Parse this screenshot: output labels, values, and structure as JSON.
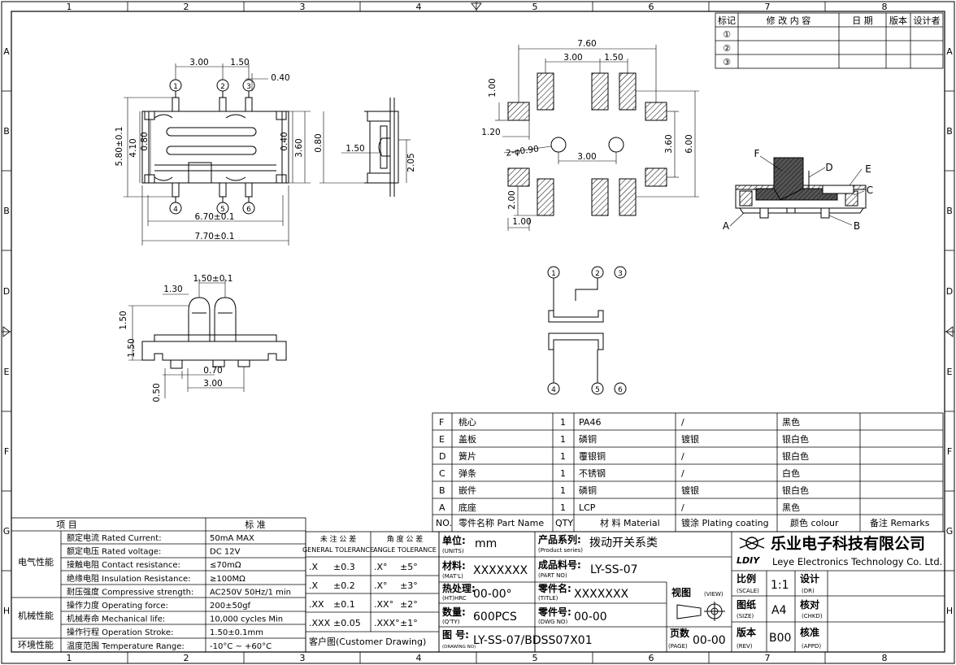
{
  "border": {
    "cols": [
      "1",
      "2",
      "3",
      "4",
      "5",
      "6",
      "7",
      "8"
    ],
    "rows": [
      "A",
      "B",
      "B",
      "D",
      "E",
      "F",
      "G",
      "H"
    ]
  },
  "revision_table": {
    "headers": [
      "标记",
      "修 改 内 容",
      "日 期",
      "版本",
      "设计者"
    ],
    "marks": [
      "①",
      "②",
      "③"
    ]
  },
  "top_view": {
    "dims": [
      "3.00",
      "1.50",
      "0.40",
      "5.80±0.1",
      "4.10",
      "0.80",
      "0.40",
      "3.60",
      "6.70±0.1",
      "7.70±0.1"
    ],
    "pins": [
      "1",
      "2",
      "3",
      "4",
      "5",
      "6"
    ]
  },
  "side_view": {
    "dims": [
      "0.80",
      "1.50",
      "2.05"
    ]
  },
  "pcb_layout": {
    "dims": [
      "7.60",
      "3.00",
      "1.50",
      "1.00",
      "1.20",
      "2-φ0.90",
      "3.00",
      "3.60",
      "6.00",
      "2.00",
      "1.00"
    ]
  },
  "front_view": {
    "dims": [
      "1.50±0.1",
      "1.30",
      "1.50",
      "1.50",
      "0.70",
      "0.50",
      "3.00"
    ]
  },
  "section_labels": [
    "F",
    "D",
    "E",
    "C",
    "A",
    "B"
  ],
  "circuit_pins": [
    "1",
    "2",
    "3",
    "4",
    "5",
    "6"
  ],
  "parts_table": {
    "rows": [
      {
        "no": "F",
        "name": "桃心",
        "qty": "1",
        "material": "PA46",
        "plating": "/",
        "colour": "黑色",
        "remarks": ""
      },
      {
        "no": "E",
        "name": "盖板",
        "qty": "1",
        "material": "磷铜",
        "plating": "镀银",
        "colour": "银白色",
        "remarks": ""
      },
      {
        "no": "D",
        "name": "簧片",
        "qty": "1",
        "material": "覆银铜",
        "plating": "/",
        "colour": "银白色",
        "remarks": ""
      },
      {
        "no": "C",
        "name": "弹条",
        "qty": "1",
        "material": "不锈钢",
        "plating": "/",
        "colour": "白色",
        "remarks": ""
      },
      {
        "no": "B",
        "name": "嵌件",
        "qty": "1",
        "material": "磷铜",
        "plating": "镀银",
        "colour": "银白色",
        "remarks": ""
      },
      {
        "no": "A",
        "name": "底座",
        "qty": "1",
        "material": "LCP",
        "plating": "/",
        "colour": "黑色",
        "remarks": ""
      }
    ],
    "header": {
      "no": "NO.",
      "name": "零件名称 Part Name",
      "qty": "QTY",
      "material": "材 料 Material",
      "plating": "镀涂 Plating coating",
      "colour": "颜色 colour",
      "remarks": "备注 Remarks"
    }
  },
  "spec_table": {
    "header": [
      "项 目",
      "标 准"
    ],
    "groups": [
      {
        "name": "电气性能",
        "rows": [
          {
            "label": "额定电流 Rated Current:",
            "value": "50mA MAX"
          },
          {
            "label": "额定电压 Rated voltage:",
            "value": "DC 12V"
          },
          {
            "label": "接触电阻 Contact resistance:",
            "value": "≤70mΩ"
          },
          {
            "label": "绝缘电阻 Insulation Resistance:",
            "value": "≥100MΩ"
          },
          {
            "label": "耐压强度 Compressive strength:",
            "value": "AC250V 50Hz/1 min"
          }
        ]
      },
      {
        "name": "机械性能",
        "rows": [
          {
            "label": "操作力度 Operating force:",
            "value": "200±50gf"
          },
          {
            "label": "机械寿命 Mechanical life:",
            "value": "10,000 cycles Min"
          },
          {
            "label": "操作行程 Operation Stroke:",
            "value": "1.50±0.1mm"
          }
        ]
      },
      {
        "name": "环境性能",
        "rows": [
          {
            "label": "温度范围 Temperature Range:",
            "value": "-10°C ~ +60°C"
          }
        ]
      }
    ]
  },
  "tolerance": {
    "general_title": "未 注 公 差",
    "general_sub": "GENERAL TOLERANCE",
    "angle_title": "角 度 公 差",
    "angle_sub": "ANGLE TOLERANCE",
    "rows": [
      {
        "g": ".X",
        "gv": "±0.3",
        "a": ".X°",
        "av": "±5°"
      },
      {
        "g": ".X",
        "gv": "±0.2",
        "a": ".X°",
        "av": "±3°"
      },
      {
        "g": ".XX",
        "gv": "±0.1",
        "a": ".XX°",
        "av": "±2°"
      },
      {
        "g": ".XXX",
        "gv": "±0.05",
        "a": ".XXX°",
        "av": "±1°"
      }
    ],
    "customer_drawing": "客户图(Customer Drawing)"
  },
  "title_block": {
    "units_label": "单位:",
    "units_sub": "(UNITS)",
    "units": "mm",
    "series_label": "产品系列:",
    "series_sub": "(Product series)",
    "series": "拨动开关系类",
    "mat_label": "材料:",
    "mat_sub": "(MAT'L)",
    "mat": "XXXXXXX",
    "partno_label": "成品料号:",
    "partno_sub": "(PART NO)",
    "partno": "LY-SS-07",
    "heat_label": "热处理:",
    "heat_sub": "(HT)HRC",
    "heat": "00-00°",
    "title_label": "零件名:",
    "title_sub": "(TITLE)",
    "title": "XXXXXXX",
    "qty_label": "数量:",
    "qty_sub": "(Q'TY)",
    "qty": "600PCS",
    "dwgno_label": "零件号:",
    "dwgno_sub": "(DWG NO)",
    "dwgno": "00-00",
    "drawno_label": "图 号:",
    "drawno_sub": "(DRAWING NO)",
    "drawno": "LY-SS-07/BDSS07X01",
    "view_label": "视图",
    "view_sub": "(VIEW)",
    "page_label": "页数",
    "page_sub": "(PAGE)",
    "page": "00-00",
    "scale_label": "比例",
    "scale_sub": "(SCALE)",
    "scale": "1:1",
    "size_label": "图纸",
    "size_sub": "(SIZE)",
    "size": "A4",
    "rev_label": "版本",
    "rev_sub": "(REV)",
    "rev": "B00",
    "dr_label": "设计",
    "dr_sub": "(DR)",
    "chkd_label": "核对",
    "chkd_sub": "(CHKD)",
    "appd_label": "核准",
    "appd_sub": "(APPD)",
    "company_cn": "乐业电子科技有限公司",
    "company_en": "Leye Electronics Technology Co. Ltd.",
    "logo": "LDIY"
  }
}
